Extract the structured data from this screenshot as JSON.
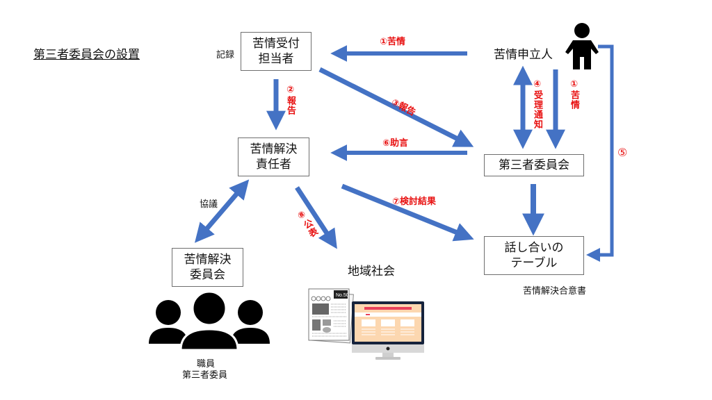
{
  "title": "第三者委員会の設置",
  "nodes": {
    "reception": {
      "line1": "苦情受付",
      "line2": "担当者"
    },
    "resolver": {
      "line1": "苦情解決",
      "line2": "責任者"
    },
    "committee_internal": {
      "line1": "苦情解決",
      "line2": "委員会"
    },
    "third_party": {
      "label": "第三者委員会"
    },
    "table": {
      "line1": "話し合いの",
      "line2": "テーブル"
    },
    "complainant": {
      "label": "苦情申立人"
    },
    "community": {
      "label": "地域社会"
    }
  },
  "annotations": {
    "record": "記録",
    "consultation": "協議",
    "agreement_doc": "苦情解決合意書",
    "members_line1": "職員",
    "members_line2": "第三者委員"
  },
  "flows": {
    "f1_complaint": "①苦情",
    "f1_complaint_vertical": "①苦情",
    "f2_report": "②報告",
    "f3_report": "③報告",
    "f4_receipt_notice": "④受理通知",
    "f5": "⑤",
    "f6_advice": "⑥助言",
    "f7_review_result": "⑦検討結果",
    "f8_publication": "⑧公表"
  },
  "media_icon": {
    "newspaper_number": "No.50"
  },
  "colors": {
    "arrow": "#4472c4",
    "arrow_stroke": "#2f528f",
    "flow_label": "#e81010",
    "box_border": "#6e6e6e"
  }
}
